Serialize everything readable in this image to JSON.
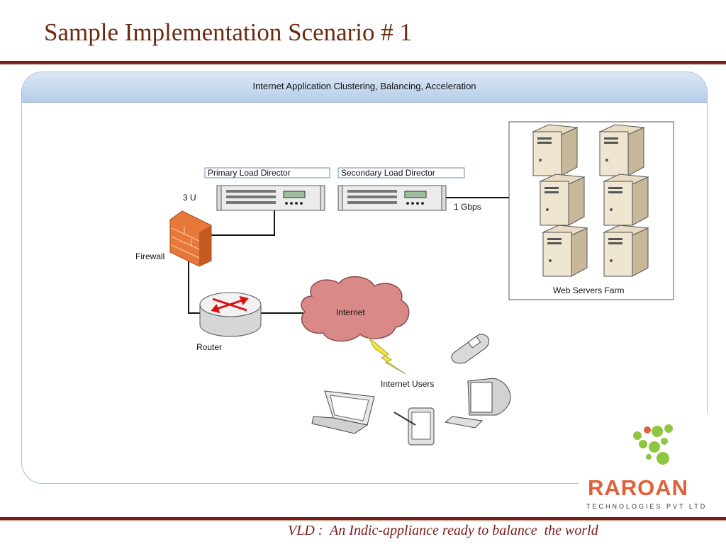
{
  "slide": {
    "title": "Sample Implementation Scenario # 1",
    "footer": "VLD :  An Indic-appliance ready to balance  the world"
  },
  "diagram": {
    "panel_title": "Internet Application Clustering, Balancing, Acceleration",
    "primary_label": "Primary Load Director",
    "secondary_label": "Secondary Load Director",
    "rack_units": "3 U",
    "link_speed": "1 Gbps",
    "firewall": "Firewall",
    "router": "Router",
    "cloud": "Internet",
    "users": "Internet Users",
    "server_farm": "Web Servers Farm"
  },
  "logo": {
    "name": "RAROAN",
    "subtitle": "TECHNOLOGIES PVT LTD",
    "colors": {
      "primary": "#e0603a",
      "accent": "#8dc63f"
    }
  },
  "colors": {
    "title": "#6b2a10",
    "rule": "#7a1a1a",
    "cloud": "#d98a88",
    "firewall": "#e8783a"
  }
}
